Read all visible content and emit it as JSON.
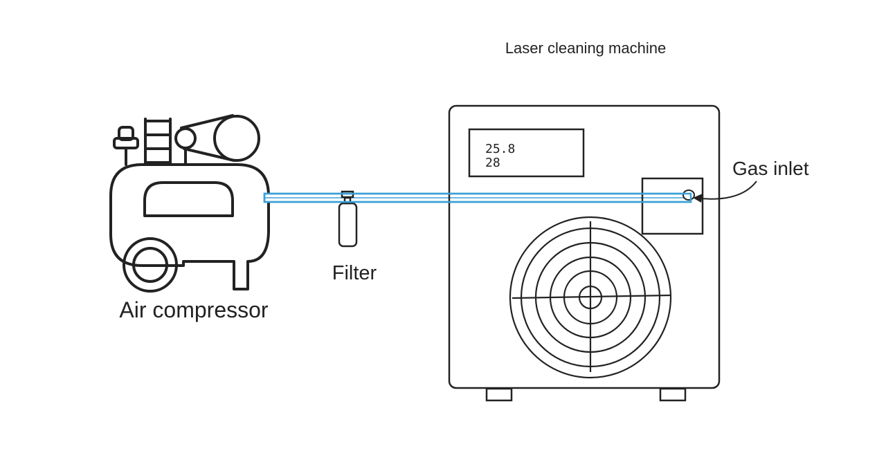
{
  "labels": {
    "machine": "Laser cleaning machine",
    "gas_inlet": "Gas inlet",
    "filter": "Filter",
    "compressor": "Air compressor"
  },
  "display": {
    "line1": "25.8",
    "line2": "28"
  },
  "colors": {
    "hose": "#3aa0d8",
    "stroke": "#222222"
  }
}
